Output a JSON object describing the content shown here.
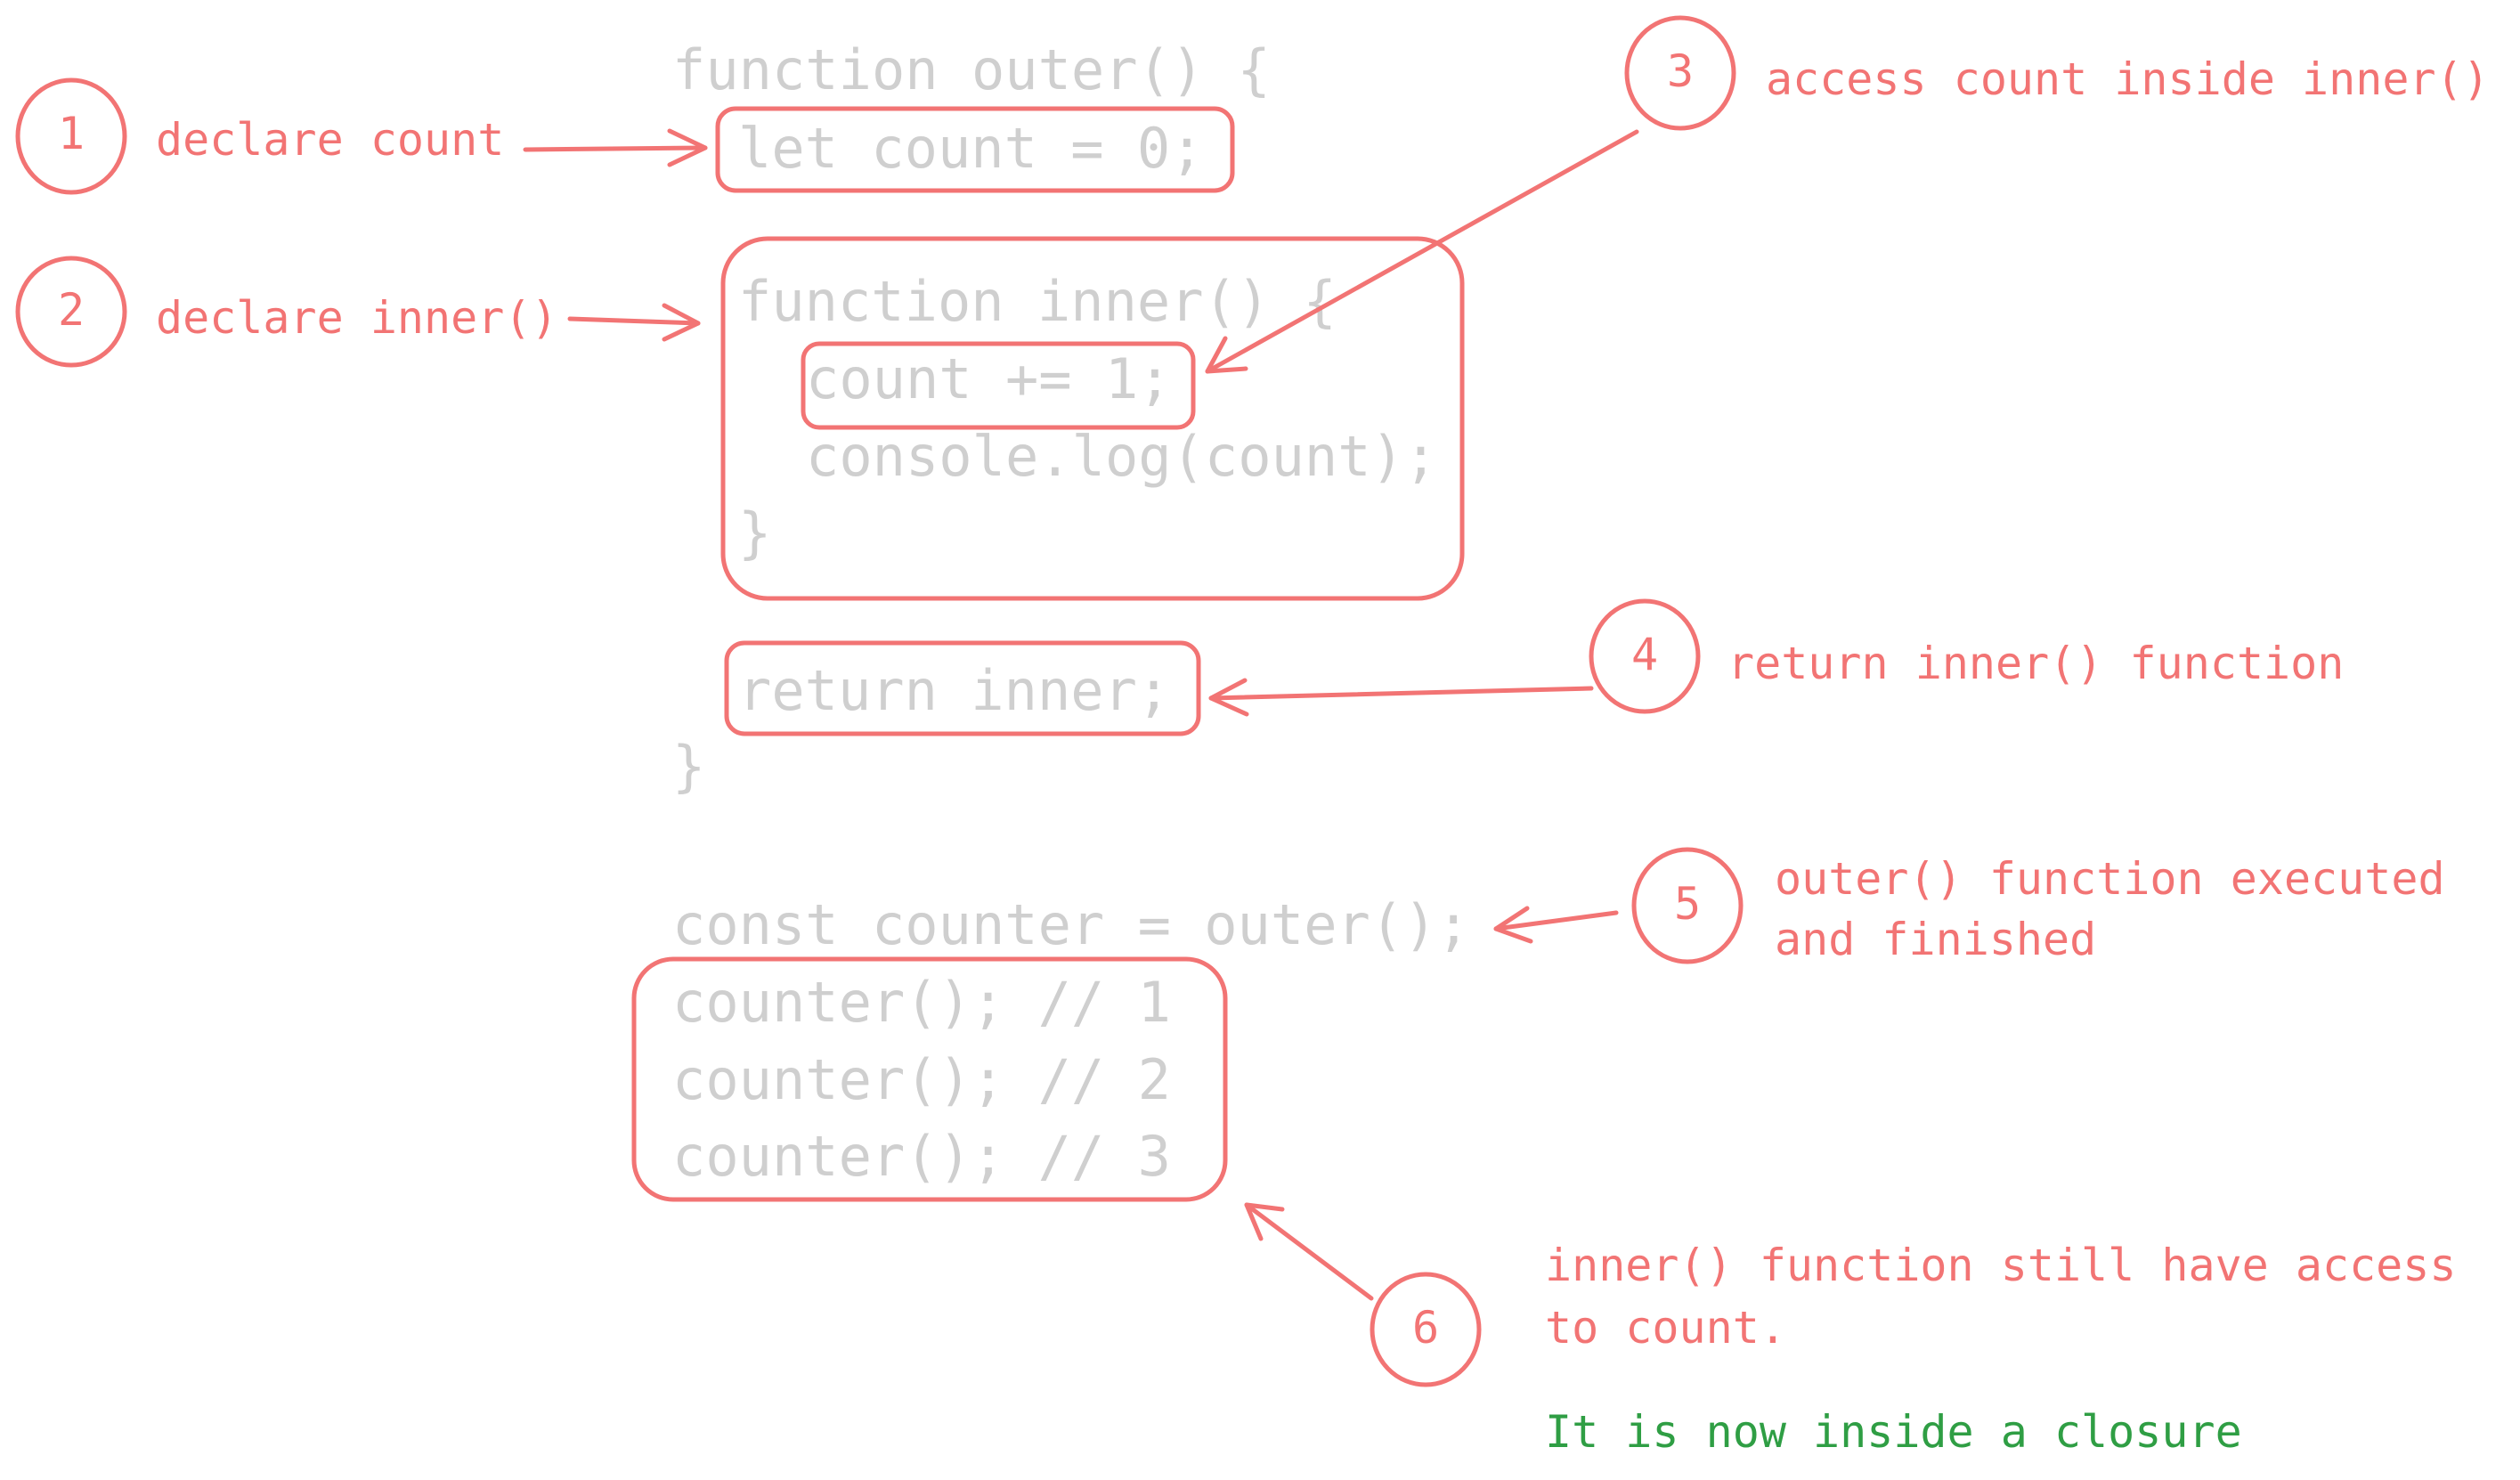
{
  "code": {
    "outer_open": "function outer() {",
    "let_count": "let count = 0;",
    "inner_open": "function inner() {",
    "count_inc": "count += 1;",
    "console_log": "console.log(count);",
    "inner_close": "}",
    "return_inner": "return inner;",
    "outer_close": "}",
    "const_counter": "const counter = outer();",
    "call_1": "counter(); // 1",
    "call_2": "counter(); // 2",
    "call_3": "counter(); // 3"
  },
  "annotations": {
    "step1": {
      "number": "1",
      "text": "declare count"
    },
    "step2": {
      "number": "2",
      "text": "declare inner()"
    },
    "step3": {
      "number": "3",
      "text": "access count inside inner()"
    },
    "step4": {
      "number": "4",
      "text": "return inner() function"
    },
    "step5": {
      "number": "5",
      "line1": "outer() function executed",
      "line2": "and finished"
    },
    "step6": {
      "number": "6",
      "line1": "inner() function still have access",
      "line2": "to count."
    },
    "conclusion": "It is now inside a closure"
  },
  "colors": {
    "code_text": "#cfcfcf",
    "annotation": "#f27474",
    "conclusion": "#2f9e44"
  }
}
